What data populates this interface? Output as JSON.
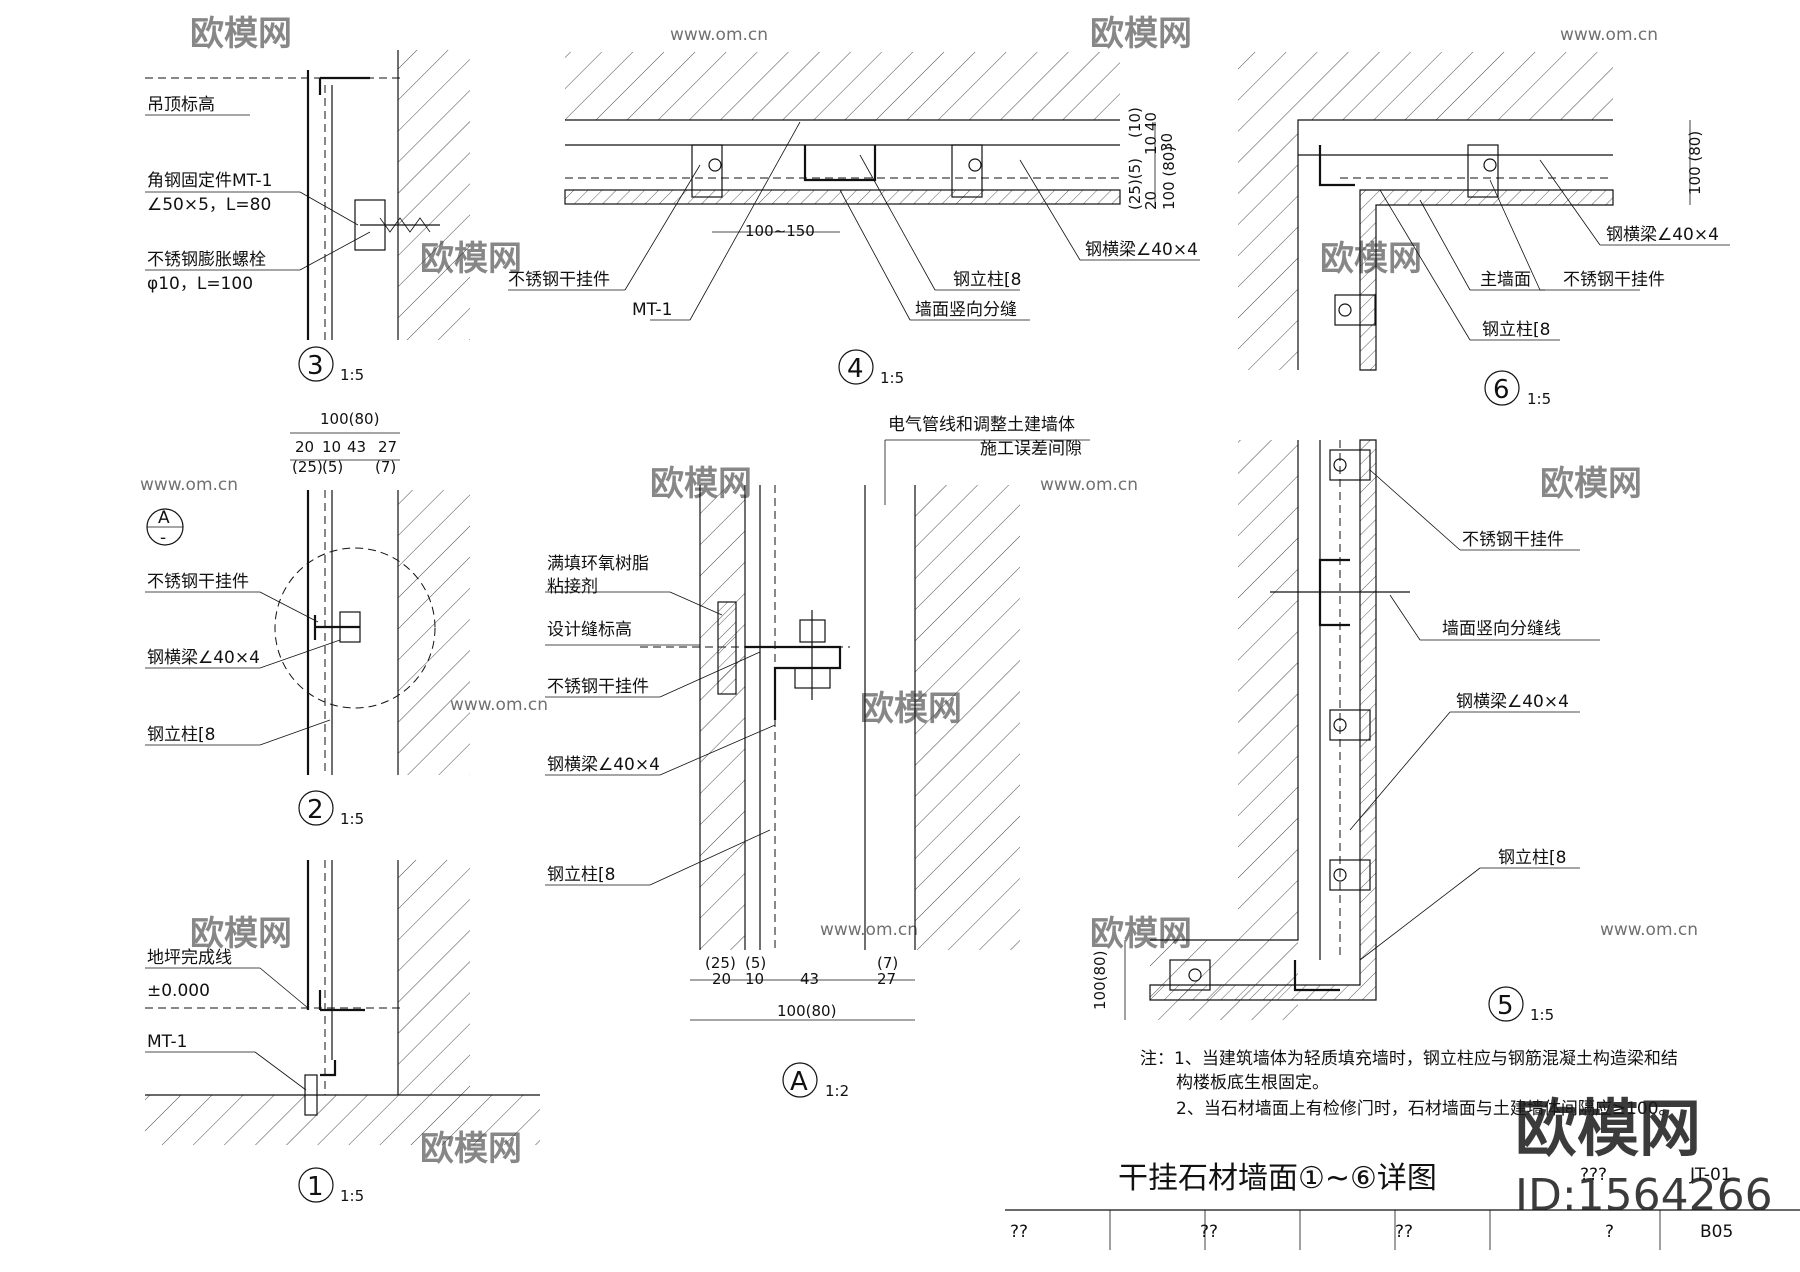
{
  "detail3": {
    "label_ceiling": "吊顶标高",
    "label_angle": "角钢固定件MT-1",
    "label_angle_spec": "∠50×5，L=80",
    "label_bolt": "不锈钢膨胀螺栓",
    "label_bolt_spec": "φ10，L=100",
    "number": "3",
    "scale": "1:5"
  },
  "detail4": {
    "dims_right": [
      "(10)",
      "10 40",
      "20",
      "(25)(5)",
      "30",
      "100 (80)"
    ],
    "dim_spacing": "100~150",
    "label_hanger": "不锈钢干挂件",
    "label_mt1": "MT-1",
    "label_column": "钢立柱[8",
    "label_joint": "墙面竖向分缝",
    "label_beam": "钢横梁∠40×4",
    "number": "4",
    "scale": "1:5"
  },
  "detail6": {
    "dim": "100 (80)",
    "label_beam": "钢横梁∠40×4",
    "label_main_wall": "主墙面",
    "label_hanger": "不锈钢干挂件",
    "label_column": "钢立柱[8",
    "number": "6",
    "scale": "1:5"
  },
  "detail2": {
    "dim_total": "100(80)",
    "dims_top": [
      "20",
      "10",
      "43",
      "27"
    ],
    "dims_sub": [
      "(25)",
      "(5)",
      "(7)"
    ],
    "section_mark": "A",
    "section_sub": "-",
    "label_hanger": "不锈钢干挂件",
    "label_beam": "钢横梁∠40×4",
    "label_column": "钢立柱[8",
    "number": "2",
    "scale": "1:5"
  },
  "detailA": {
    "label_conduit": "电气管线和调整土建墙体",
    "label_conduit2": "施工误差间隙",
    "label_epoxy": "满填环氧树脂",
    "label_epoxy2": "粘接剂",
    "label_joint_level": "设计缝标高",
    "label_hanger": "不锈钢干挂件",
    "label_beam": "钢横梁∠40×4",
    "label_column": "钢立柱[8",
    "dims_sub": [
      "(25)",
      "(5)",
      "(7)"
    ],
    "dims_main": [
      "20",
      "10",
      "43",
      "27"
    ],
    "dim_total": "100(80)",
    "number": "A",
    "scale": "1:2"
  },
  "detail1": {
    "label_floor": "地坪完成线",
    "label_level": "±0.000",
    "label_mt1": "MT-1",
    "number": "1",
    "scale": "1:5"
  },
  "detail5": {
    "label_hanger": "不锈钢干挂件",
    "label_joint": "墙面竖向分缝线",
    "label_beam": "钢横梁∠40×4",
    "label_column": "钢立柱[8",
    "dim": "100(80)",
    "number": "5",
    "scale": "1:5"
  },
  "notes": {
    "line1": "注：1、当建筑墙体为轻质填充墙时，钢立柱应与钢筋混凝土构造梁和结",
    "line2": "构楼板底生根固定。",
    "line3": "2、当石材墙面上有检修门时，石材墙面与土建墙体间隔应≥100。"
  },
  "title_block": {
    "title": "干挂石材墙面①~⑥详图",
    "cells": [
      "??",
      "??",
      "??",
      "?"
    ],
    "code_top": "???",
    "code_right": "JT-01",
    "code_bottom": "B05"
  },
  "watermark": {
    "brand": "欧模网",
    "site": "www.om.cn",
    "id": "ID:1564266"
  }
}
